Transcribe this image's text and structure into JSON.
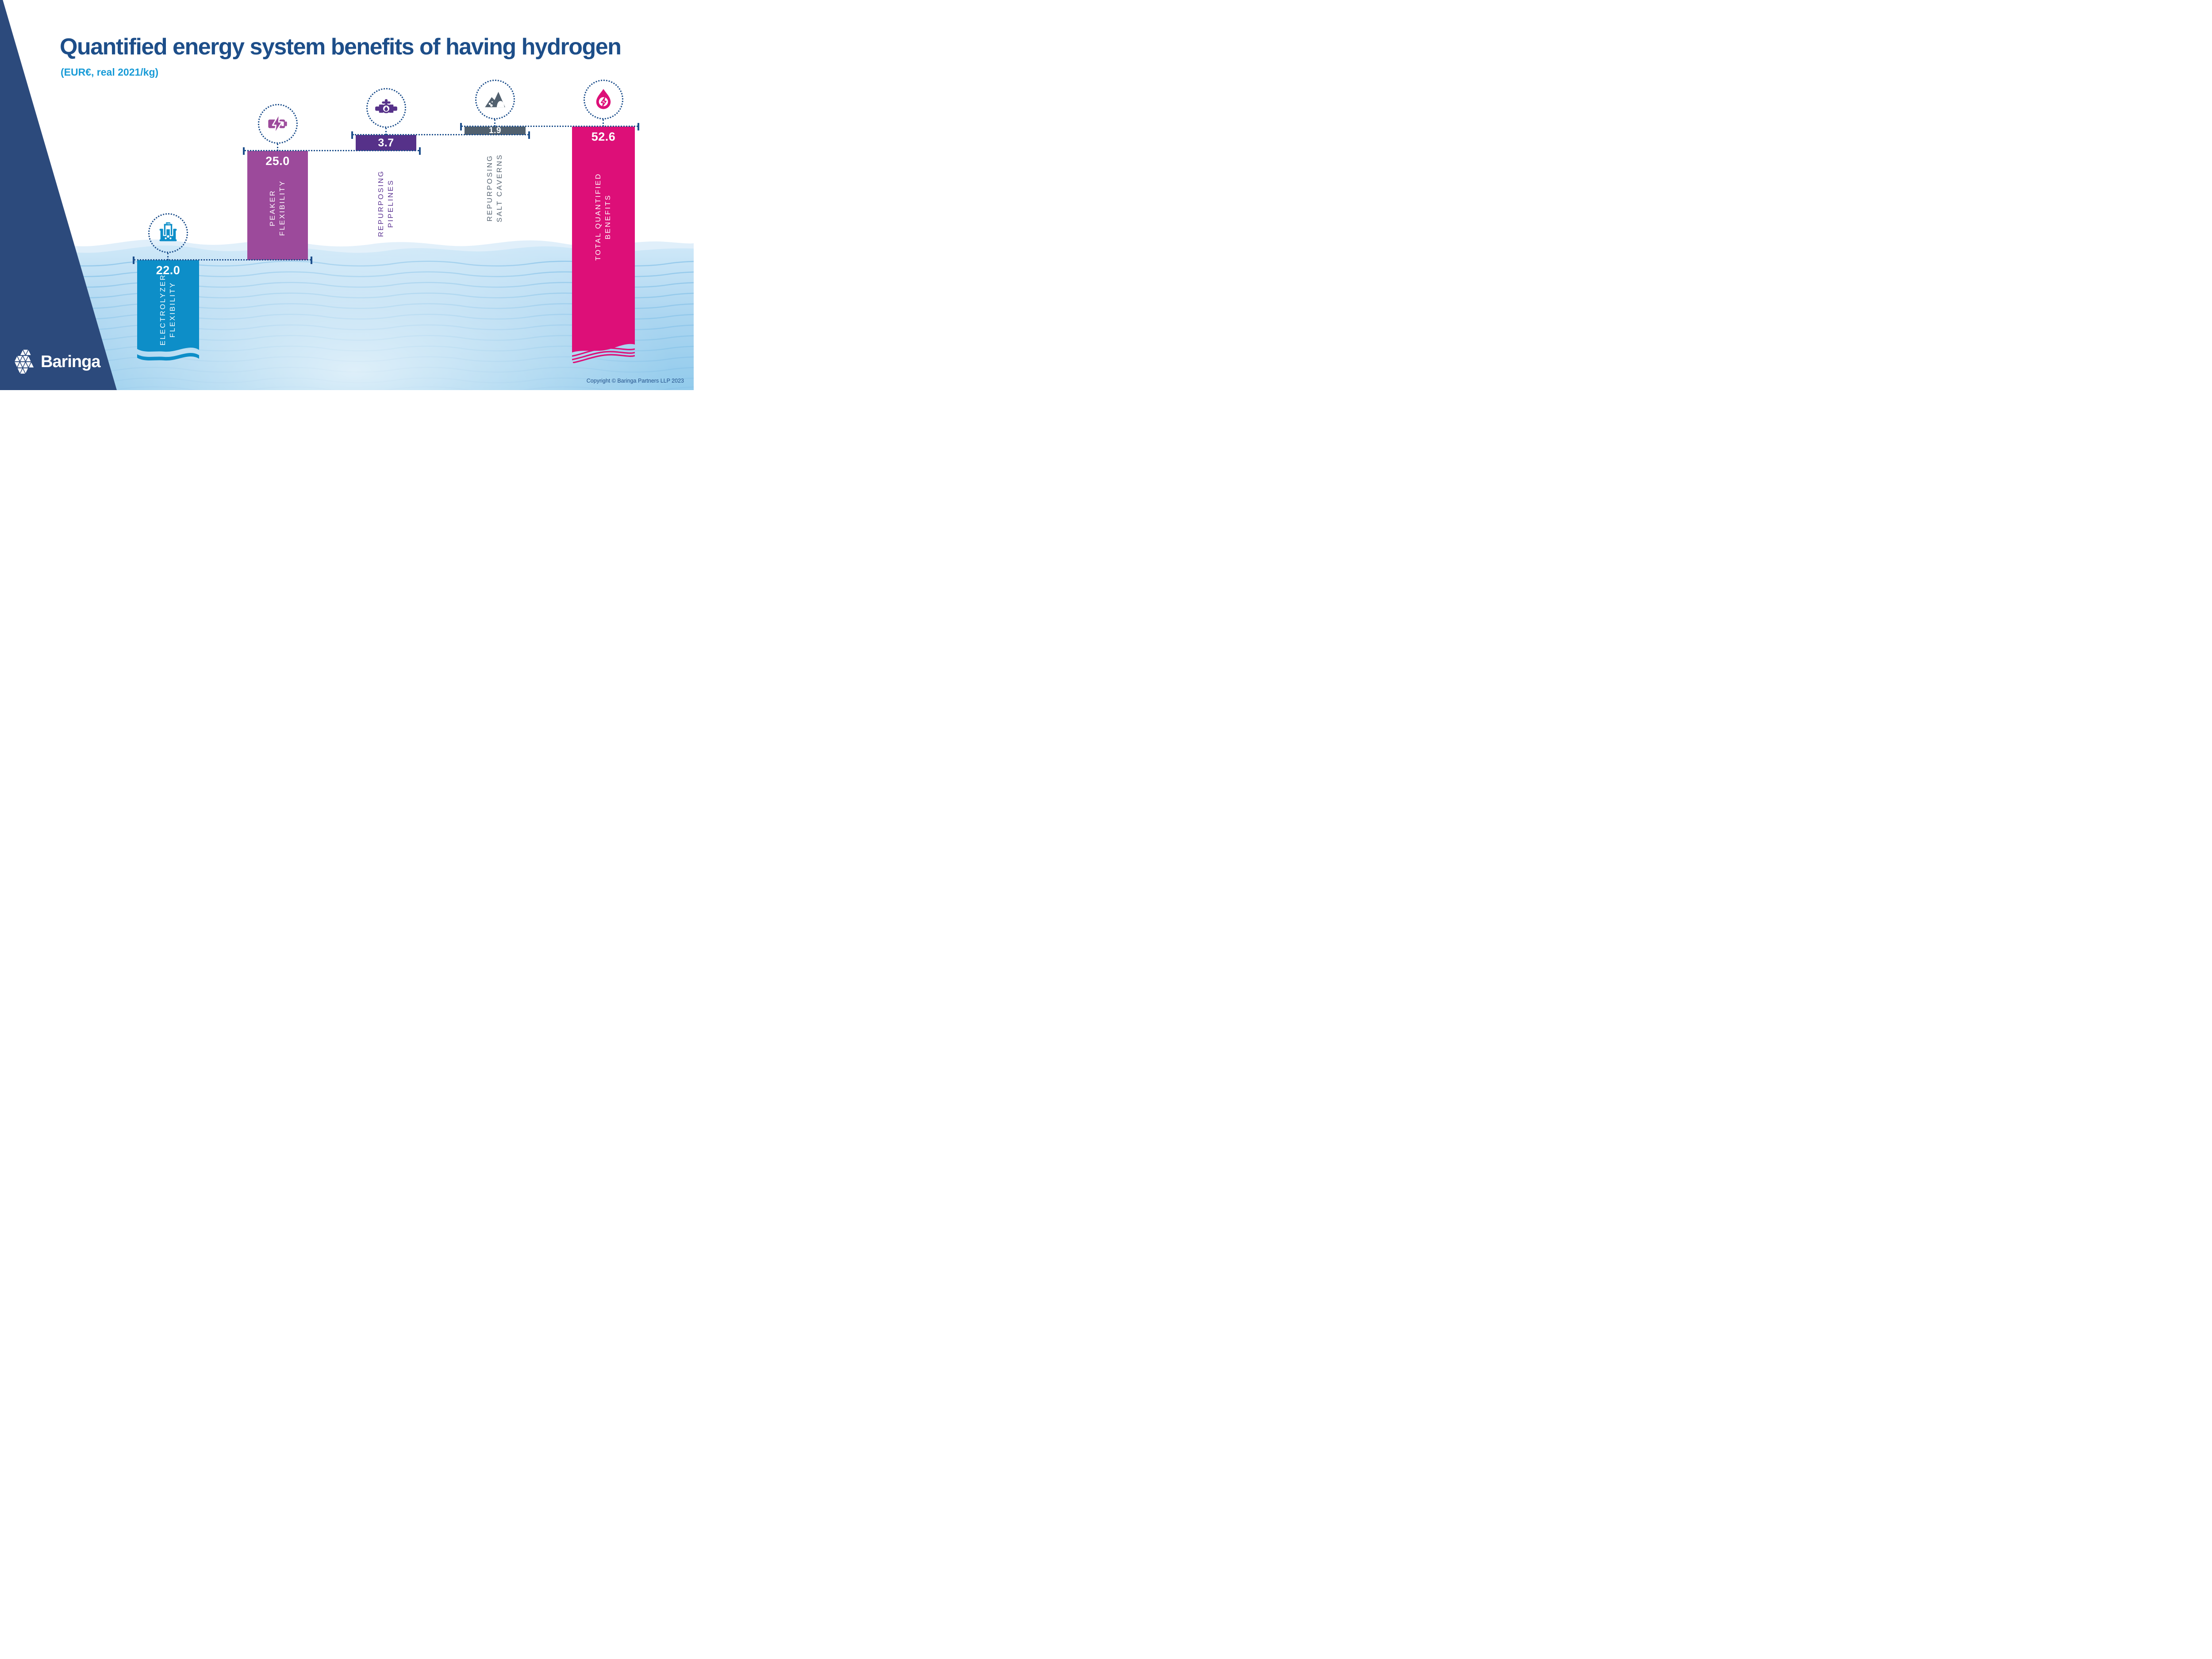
{
  "header": {
    "title": "Quantified energy system benefits of having hydrogen",
    "subtitle": "(EUR€, real 2021/kg)"
  },
  "branding": {
    "logo_text": "Baringa",
    "logo_icon": "baringa-triangle-snowflake-icon"
  },
  "footer": {
    "copyright": "Copyright © Baringa Partners LLP 2023"
  },
  "colors": {
    "navy_accent": "#1d4f8c",
    "wedge_navy": "#2c4a7c",
    "subtitle_cyan": "#189bd7",
    "water_light": "#cfe8f8",
    "water_deep": "#92cbec",
    "wave_line": "#8dc6ea"
  },
  "chart_data": {
    "type": "bar",
    "subtype": "waterfall",
    "title": "Quantified energy system benefits of having hydrogen",
    "unit_label": "EUR€, real 2021/kg",
    "grid": false,
    "legend": false,
    "ylim": [
      0,
      55
    ],
    "categories": [
      "ELECTROLYZER FLEXIBILITY",
      "PEAKER FLEXIBILITY",
      "REPURPOSING PIPELINES",
      "REPURPOSING SALT CAVERNS",
      "TOTAL QUANTIFIED BENEFITS"
    ],
    "values": [
      22.0,
      25.0,
      3.7,
      1.9,
      52.6
    ],
    "bars": [
      {
        "label_line1": "ELECTROLYZER",
        "label_line2": "FLEXIBILITY",
        "value": 22.0,
        "display_value": "22.0",
        "start": 0,
        "end": 22.0,
        "color": "#0d8ec8",
        "label_color": "#ffffff",
        "label_position": "inside",
        "icon": "electrolyzer-icon",
        "wave_bottom": true
      },
      {
        "label_line1": "PEAKER",
        "label_line2": "FLEXIBILITY",
        "value": 25.0,
        "display_value": "25.0",
        "start": 22.0,
        "end": 47.0,
        "color": "#9c4a9b",
        "label_color": "#ffffff",
        "label_position": "inside",
        "icon": "battery-bolt-icon",
        "wave_bottom": false
      },
      {
        "label_line1": "REPURPOSING",
        "label_line2": "PIPELINES",
        "value": 3.7,
        "display_value": "3.7",
        "start": 47.0,
        "end": 50.7,
        "color": "#563189",
        "label_color": "#5a3291",
        "label_position": "below",
        "icon": "pipeline-valve-icon",
        "wave_bottom": false
      },
      {
        "label_line1": "REPURPOSING",
        "label_line2": "SALT CAVERNS",
        "value": 1.9,
        "display_value": "1.9",
        "start": 50.7,
        "end": 52.6,
        "color": "#51606e",
        "label_color": "#566472",
        "label_position": "below",
        "icon": "salt-cavern-icon",
        "wave_bottom": false
      },
      {
        "label_line1": "TOTAL QUANTIFIED",
        "label_line2": "BENEFITS",
        "value": 52.6,
        "display_value": "52.6",
        "start": 0,
        "end": 52.6,
        "color": "#dd0f78",
        "label_color": "#ffffff",
        "label_position": "inside",
        "icon": "droplet-bolt-icon",
        "wave_bottom": true
      }
    ]
  }
}
